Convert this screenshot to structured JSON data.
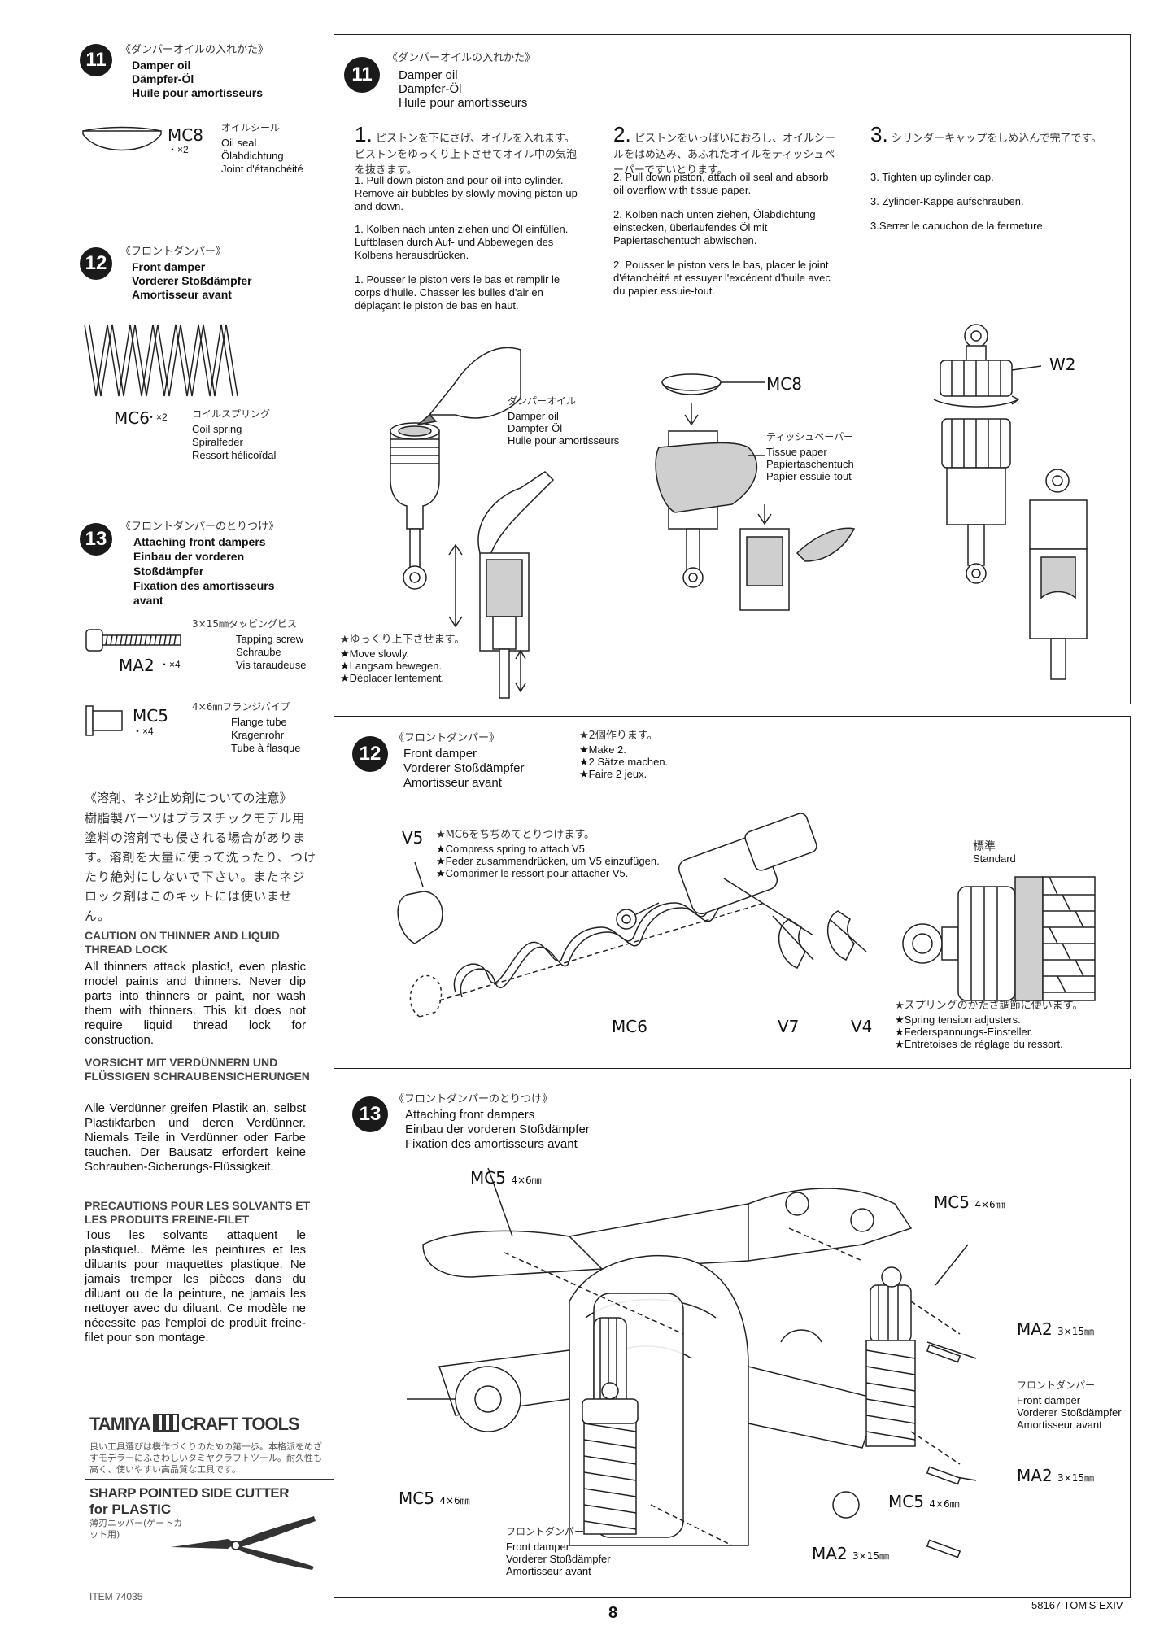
{
  "left": {
    "s11": {
      "num": "11",
      "jp": "《ダンパーオイルの入れかた》",
      "en": "Damper oil",
      "de": "Dämpfer-Öl",
      "fr": "Huile pour amortisseurs",
      "part": {
        "code": "MC8",
        "qty": "・×2",
        "jp": "オイルシール",
        "en": "Oil seal",
        "de": "Ölabdichtung",
        "fr": "Joint d'étanchéité"
      }
    },
    "s12": {
      "num": "12",
      "jp": "《フロントダンパー》",
      "en": "Front damper",
      "de": "Vorderer Stoßdämpfer",
      "fr": "Amortisseur avant",
      "part": {
        "code": "MC6",
        "qty": "・×2",
        "jp": "コイルスプリング",
        "en": "Coil spring",
        "de": "Spiralfeder",
        "fr": "Ressort hélicoïdal"
      }
    },
    "s13": {
      "num": "13",
      "jp": "《フロントダンパーのとりつけ》",
      "en": "Attaching front dampers",
      "de1": "Einbau der vorderen",
      "de2": "Stoßdämpfer",
      "fr1": "Fixation des amortisseurs",
      "fr2": "avant",
      "part1": {
        "code": "MA2",
        "qty": "・×4",
        "jp": "3×15㎜タッピングビス",
        "en": "Tapping screw",
        "de": "Schraube",
        "fr": "Vis taraudeuse"
      },
      "part2": {
        "code": "MC5",
        "qty": "・×4",
        "jp": "4×6㎜フランジパイプ",
        "en": "Flange tube",
        "de": "Kragenrohr",
        "fr": "Tube à flasque"
      }
    },
    "caution": {
      "jp_title": "《溶剤、ネジ止め剤についての注意》",
      "jp_body": "樹脂製パーツはプラスチックモデル用塗料の溶剤でも侵される場合があります。溶剤を大量に使って洗ったり、つけたり絶対にしないで下さい。またネジロック剤はこのキットには使いません。",
      "en_title": "CAUTION ON THINNER AND LIQUID THREAD LOCK",
      "en_body": "All thinners attack plastic!, even plastic model paints and thinners. Never dip parts into thinners or paint, nor wash them with thinners. This kit does not require liquid thread lock for construction.",
      "de_title": "VORSICHT MIT VERDÜNNERN UND FLÜSSIGEN SCHRAUBENSICHERUNGEN",
      "de_body": "Alle Verdünner greifen Plastik an, selbst Plastikfarben und deren Verdünner. Niemals Teile in Verdünner oder Farbe tauchen. Der Bausatz erfordert keine Schrauben-Sicherungs-Flüssigkeit.",
      "fr_title": "PRECAUTIONS POUR LES SOLVANTS ET LES PRODUITS FREINE-FILET",
      "fr_body": "Tous les solvants attaquent le plastique!.. Même les peintures et les diluants pour maquettes plastique. Ne jamais tremper les pièces dans du diluant ou de la peinture, ne jamais les nettoyer avec du diluant. Ce modèle ne nécessite pas l'emploi de produit freine-filet pour son montage."
    },
    "ad": {
      "brand": "TAMIYA",
      "brand2": "CRAFT TOOLS",
      "jp": "良い工具選びは模作づくりのための第一歩。本格派をめざすモデラーにふさわしいタミヤクラフトツール。耐久性も高く、使いやすい高品質な工具です。",
      "tool1": "SHARP POINTED SIDE CUTTER",
      "tool2": "for PLASTIC",
      "tool_jp": "薄刃ニッパー(ゲートカット用)",
      "item": "ITEM 74035"
    }
  },
  "box11": {
    "num": "11",
    "jp": "《ダンパーオイルの入れかた》",
    "en": "Damper oil",
    "de": "Dämpfer-Öl",
    "fr": "Huile pour amortisseurs",
    "steps": [
      {
        "n": "1.",
        "jp": "ピストンを下にさげ、オイルを入れます。ピストンをゆっくり上下させてオイル中の気泡を抜きます。",
        "en": "1. Pull down piston and pour oil into cylinder. Remove air bubbles by slowly moving piston up and down.",
        "de": "1. Kolben nach unten ziehen und Öl einfüllen. Luftblasen durch Auf- und Abbewegen des Kolbens herausdrücken.",
        "fr": "1. Pousser le piston vers le bas et remplir le corps d'huile. Chasser les bulles d'air en déplaçant le piston de bas en haut."
      },
      {
        "n": "2.",
        "jp": "ピストンをいっぱいにおろし、オイルシールをはめ込み、あふれたオイルをティッシュペーパーですいとります。",
        "en": "2. Pull down piston, attach oil seal and absorb oil overflow with tissue paper.",
        "de": "2. Kolben nach unten ziehen, Ölabdichtung einstecken, überlaufendes Öl mit Papiertaschentuch abwischen.",
        "fr": "2. Pousser le piston vers le bas, placer le joint d'étanchéité et essuyer l'excédent d'huile avec du papier essuie-tout."
      },
      {
        "n": "3.",
        "jp": "シリンダーキャップをしめ込んで完了です。",
        "en": "3. Tighten up cylinder cap.",
        "de": "3. Zylinder-Kappe aufschrauben.",
        "fr": "3.Serrer le capuchon de la fermeture."
      }
    ],
    "oil": {
      "jp": "ダンパーオイル",
      "en": "Damper oil",
      "de": "Dämpfer-Öl",
      "fr": "Huile pour amortisseurs"
    },
    "tissue": {
      "jp": "ティッシュペーパー",
      "en": "Tissue paper",
      "de": "Papiertaschentuch",
      "fr": "Papier essuie-tout"
    },
    "mc8": "MC8",
    "w2": "W2",
    "slow": {
      "jp": "★ゆっくり上下させます。",
      "en": "★Move slowly.",
      "de": "★Langsam bewegen.",
      "fr": "★Déplacer lentement."
    }
  },
  "box12": {
    "num": "12",
    "jp": "《フロントダンパー》",
    "en": "Front damper",
    "de": "Vorderer Stoßdämpfer",
    "fr": "Amortisseur avant",
    "make": {
      "jp": "★2個作ります。",
      "en": "★Make 2.",
      "de": "★2 Sätze machen.",
      "fr": "★Faire 2 jeux."
    },
    "compress": {
      "jp": "★MC6をちぢめてとりつけます。",
      "en": "★Compress spring to attach V5.",
      "de": "★Feder zusammendrücken, um V5 einzufügen.",
      "fr": "★Comprimer le ressort pour attacher V5."
    },
    "standard_jp": "標準",
    "standard_en": "Standard",
    "spring": {
      "jp": "★スプリングのかたさ調節に使います。",
      "en": "★Spring tension adjusters.",
      "de": "★Federspannungs-Einsteller.",
      "fr": "★Entretoises de réglage du ressort."
    },
    "v5": "V5",
    "mc6": "MC6",
    "v7": "V7",
    "v4": "V4"
  },
  "box13": {
    "num": "13",
    "jp": "《フロントダンパーのとりつけ》",
    "en": "Attaching front dampers",
    "de": "Einbau der vorderen Stoßdämpfer",
    "fr": "Fixation des amortisseurs avant",
    "mc5": "MC5",
    "mc5s": "4×6㎜",
    "ma2": "MA2",
    "ma2s": "3×15㎜",
    "fd": {
      "jp": "フロントダンパー",
      "en": "Front damper",
      "de": "Vorderer Stoßdämpfer",
      "fr": "Amortisseur avant"
    }
  },
  "footer": {
    "model": "58167 TOM'S EXIV",
    "page": "8"
  }
}
